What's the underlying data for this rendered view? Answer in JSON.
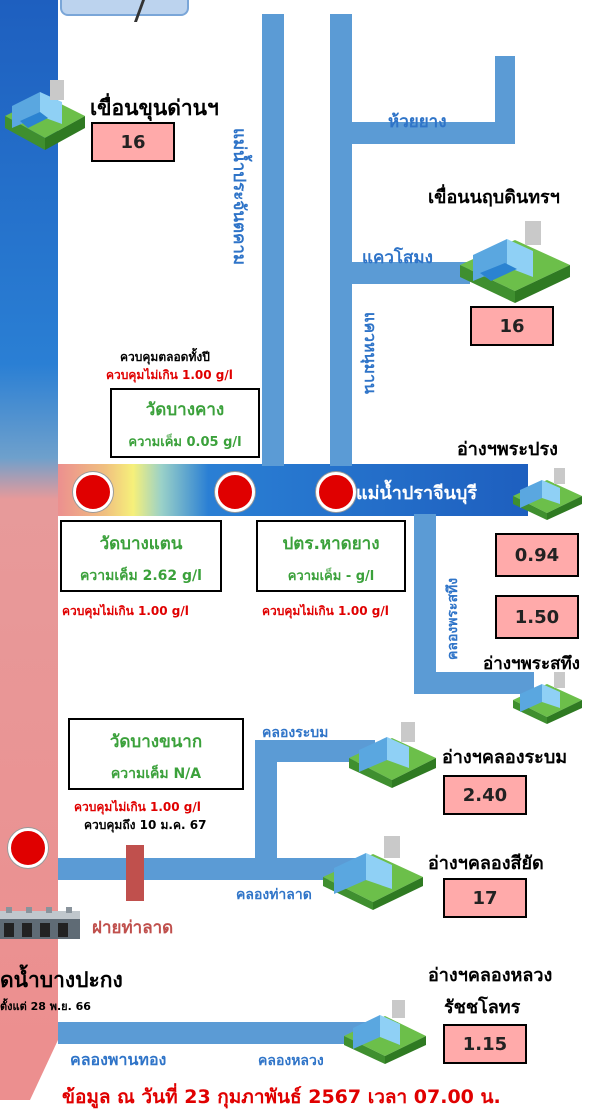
{
  "dams": {
    "khun_dan": {
      "name": "เขื่อนขุนด่านฯ",
      "value": "16"
    },
    "naruebodin": {
      "name": "เขื่อนนฤบดินทรฯ",
      "value": "16"
    },
    "phra_prong": {
      "name": "อ่างฯพระปรง",
      "value": "0.94"
    },
    "phra_sathueng": {
      "name": "อ่างฯพระสทึง",
      "value": "1.50"
    },
    "khlong_rabom": {
      "name": "อ่างฯคลองระบม",
      "value": "2.40"
    },
    "khlong_si_yat": {
      "name": "อ่างฯคลองสียัด",
      "value": "17"
    },
    "khlong_luang": {
      "name": "อ่างฯคลองหลวง",
      "name2": "รัชชโลทร",
      "value": "1.15"
    }
  },
  "rivers": {
    "mae_nam_prachinburi_top": "แม่น้ำประจันตคาม",
    "huai_yang": "ห้วยยาง",
    "khwae_sa_mong": "แควโสมง",
    "khwae_hanuman": "แควหนุมาน",
    "mae_nam_prachinburi": "แม่น้ำปราจีนบุรี",
    "khlong_phra_sathueng": "คลองพระสทึง",
    "khlong_rabom": "คลองระบม",
    "khlong_tha_lat": "คลองท่าลาด",
    "khlong_phan_thong": "คลองพานทอง",
    "khlong_luang": "คลองหลวง"
  },
  "stations": {
    "wat_bang_khang": {
      "name": "วัดบางคาง",
      "salinity": "ความเค็ม 0.05 g/l",
      "control1": "ควบคุมตลอดทั้งปี",
      "control2": "ควบคุมไม่เกิน 1.00 g/l"
    },
    "wat_bang_taen": {
      "name": "วัดบางแตน",
      "salinity": "ความเค็ม 2.62 g/l",
      "control": "ควบคุมไม่เกิน 1.00 g/l"
    },
    "pt_hat_yang": {
      "name": "ปตร.หาดยาง",
      "salinity": "ความเค็ม - g/l",
      "control": "ควบคุมไม่เกิน 1.00 g/l"
    },
    "wat_bang_khanak": {
      "name": "วัดบางขนาก",
      "salinity": "ความเค็ม N/A",
      "control1": "ควบคุมไม่เกิน 1.00 g/l",
      "control2": "ควบคุมถึง 10 ม.ค. 67"
    }
  },
  "weir": {
    "label": "ฝายท่าลาด"
  },
  "bang_pakong": {
    "name": "ดน้ำบางปะกง",
    "since": "ตั้งแต่ 28 พ.ย. 66"
  },
  "footer": {
    "text": "ข้อมูล ณ วันที่  23  กุมภาพันธ์ 2567  เวลา 07.00 น."
  }
}
